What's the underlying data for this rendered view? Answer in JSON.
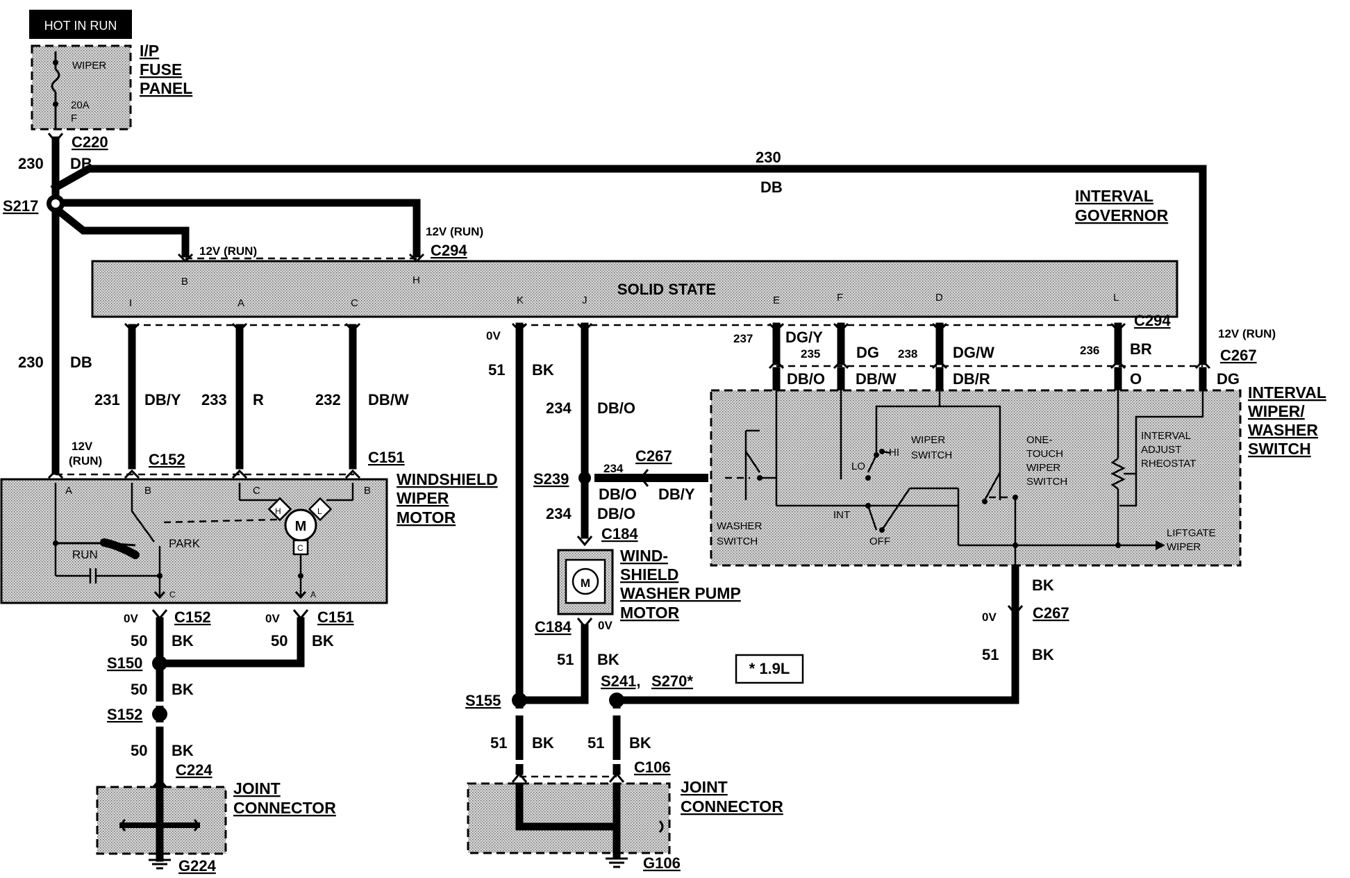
{
  "header": {
    "hot_in_run": "HOT IN RUN"
  },
  "fuse_panel": {
    "fuse": "WIPER",
    "rating": "20A",
    "letter": "F",
    "title1": "I/P",
    "title2": "FUSE",
    "title3": "PANEL"
  },
  "connectors": {
    "c220": "C220",
    "c294": "C294",
    "c152": "C152",
    "c151": "C151",
    "c267": "C267",
    "c184": "C184",
    "c224": "C224",
    "c106": "C106"
  },
  "splices": {
    "s217": "S217",
    "s239": "S239",
    "s150": "S150",
    "s152": "S152",
    "s155": "S155",
    "s241": "S241,",
    "s270": "S270*"
  },
  "grounds": {
    "g224": "G224",
    "g106": "G106"
  },
  "wires": {
    "w230": "230",
    "db": "DB",
    "w231": "231",
    "dby": "DB/Y",
    "w233": "233",
    "r": "R",
    "w232": "232",
    "dbw": "DB/W",
    "w51": "51",
    "bk": "BK",
    "w234": "234",
    "dbo": "DB/O",
    "w237": "237",
    "dgy": "DG/Y",
    "w235": "235",
    "dg": "DG",
    "w238": "238",
    "dgw": "DG/W",
    "w236": "236",
    "br": "BR",
    "dbr": "DB/R",
    "o": "O",
    "w50": "50"
  },
  "voltages": {
    "v12run": "12V (RUN)",
    "v12": "12V",
    "run": "(RUN)",
    "v0": "0V"
  },
  "module": {
    "title1": "INTERVAL",
    "title2": "GOVERNOR",
    "solid_state": "SOLID STATE",
    "pins": [
      "B",
      "H",
      "I",
      "A",
      "C",
      "K",
      "J",
      "E",
      "F",
      "D",
      "L"
    ]
  },
  "wiper_motor": {
    "title1": "WINDSHIELD",
    "title2": "WIPER",
    "title3": "MOTOR",
    "park": "PARK",
    "run": "RUN",
    "m": "M",
    "pins": [
      "A",
      "B",
      "C",
      "B",
      "H",
      "L",
      "C",
      "C",
      "A"
    ]
  },
  "pump": {
    "title1": "WIND-",
    "title2": "SHIELD",
    "title3": "WASHER PUMP",
    "title4": "MOTOR",
    "m": "M"
  },
  "switch": {
    "title1": "INTERVAL",
    "title2": "WIPER/",
    "title3": "WASHER",
    "title4": "SWITCH",
    "wiper_switch1": "WIPER",
    "wiper_switch2": "SWITCH",
    "lo": "LO",
    "hi": "HI",
    "int": "INT",
    "off": "OFF",
    "one_touch1": "ONE-",
    "one_touch2": "TOUCH",
    "one_touch3": "WIPER",
    "one_touch4": "SWITCH",
    "rheo1": "INTERVAL",
    "rheo2": "ADJUST",
    "rheo3": "RHEOSTAT",
    "washer1": "WASHER",
    "washer2": "SWITCH",
    "liftgate1": "LIFTGATE",
    "liftgate2": "WIPER"
  },
  "joint": {
    "j1": "JOINT",
    "j2": "CONNECTOR"
  },
  "note": "* 1.9L"
}
